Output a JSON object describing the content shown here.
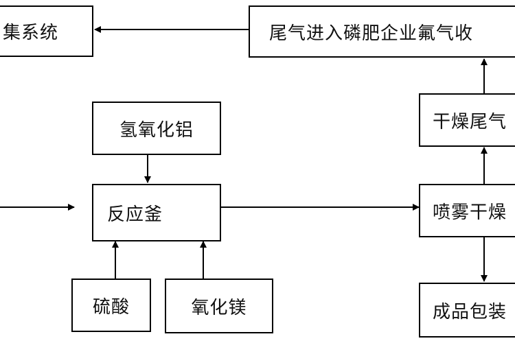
{
  "boxes": {
    "collect_system": "集系统",
    "tail_gas_to_fertilizer": "尾气进入磷肥企业氟气收",
    "aluminum_hydroxide": "氢氧化铝",
    "reactor": "反应釜",
    "sulfuric_acid": "硫酸",
    "magnesium_oxide": "氧化镁",
    "dry_tail_gas": "干燥尾气",
    "spray_dry": "喷雾干燥",
    "product_packaging": "成品包装"
  }
}
